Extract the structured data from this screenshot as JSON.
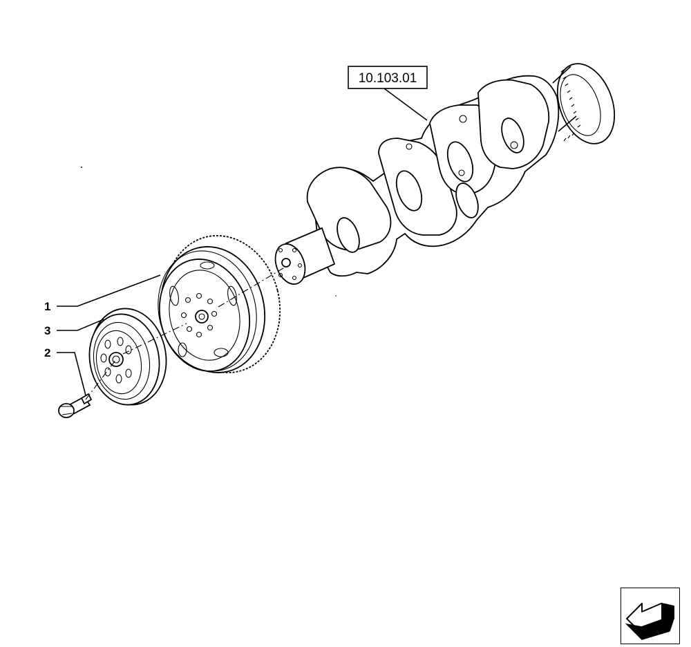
{
  "reference_box": {
    "label": "10.103.01"
  },
  "callouts": [
    {
      "number": "1",
      "part": "damper-flywheel"
    },
    {
      "number": "3",
      "part": "pulley"
    },
    {
      "number": "2",
      "part": "bolt"
    }
  ],
  "nav": {
    "icon": "arrow-back-icon"
  },
  "colors": {
    "line": "#000000",
    "background": "#ffffff"
  }
}
